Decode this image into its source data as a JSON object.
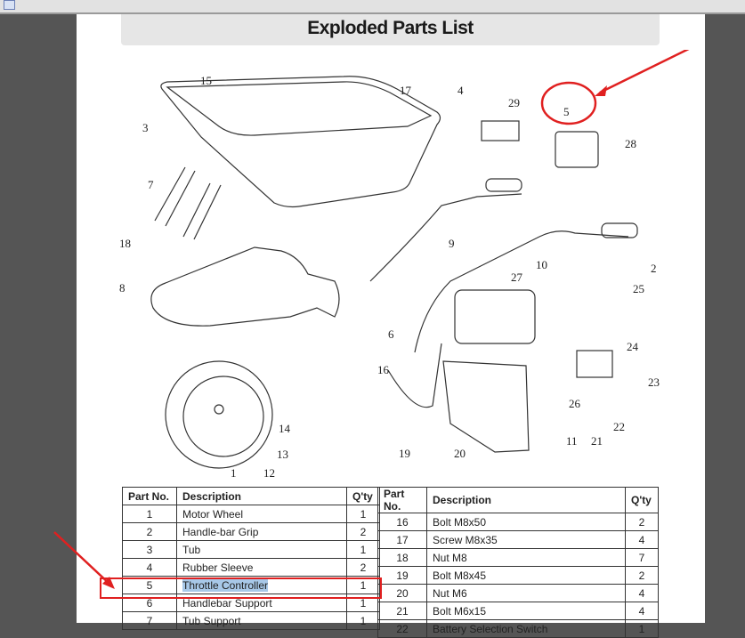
{
  "document": {
    "title": "Exploded Parts List"
  },
  "callout_labels": [
    "1",
    "2",
    "3",
    "4",
    "5",
    "6",
    "7",
    "8",
    "9",
    "10",
    "11",
    "12",
    "13",
    "14",
    "15",
    "16",
    "17",
    "18",
    "19",
    "20",
    "21",
    "22",
    "23",
    "24",
    "25",
    "26",
    "27",
    "28",
    "29"
  ],
  "table": {
    "headers": {
      "part_no": "Part No.",
      "description": "Description",
      "qty": "Q'ty"
    },
    "left_rows": [
      {
        "part_no": "1",
        "description": "Motor Wheel",
        "qty": "1"
      },
      {
        "part_no": "2",
        "description": "Handle-bar Grip",
        "qty": "2"
      },
      {
        "part_no": "3",
        "description": "Tub",
        "qty": "1"
      },
      {
        "part_no": "4",
        "description": "Rubber Sleeve",
        "qty": "2"
      },
      {
        "part_no": "5",
        "description": "Throttle Controller",
        "qty": "1"
      },
      {
        "part_no": "6",
        "description": "Handlebar Support",
        "qty": "1"
      },
      {
        "part_no": "7",
        "description": "Tub Support",
        "qty": "1"
      }
    ],
    "right_rows": [
      {
        "part_no": "16",
        "description": "Bolt M8x50",
        "qty": "2"
      },
      {
        "part_no": "17",
        "description": "Screw M8x35",
        "qty": "4"
      },
      {
        "part_no": "18",
        "description": "Nut M8",
        "qty": "7"
      },
      {
        "part_no": "19",
        "description": "Bolt M8x45",
        "qty": "2"
      },
      {
        "part_no": "20",
        "description": "Nut M6",
        "qty": "4"
      },
      {
        "part_no": "21",
        "description": "Bolt M6x15",
        "qty": "4"
      },
      {
        "part_no": "22",
        "description": "Battery Selection Switch",
        "qty": "1"
      }
    ],
    "selected_text": "Throttle Controller",
    "highlighted_row_part_no": "5"
  },
  "colors": {
    "annotation_red": "#e02020",
    "selection_blue": "#a8c8e8",
    "banner_gray": "#e6e6e6",
    "viewer_gray": "#555555"
  }
}
